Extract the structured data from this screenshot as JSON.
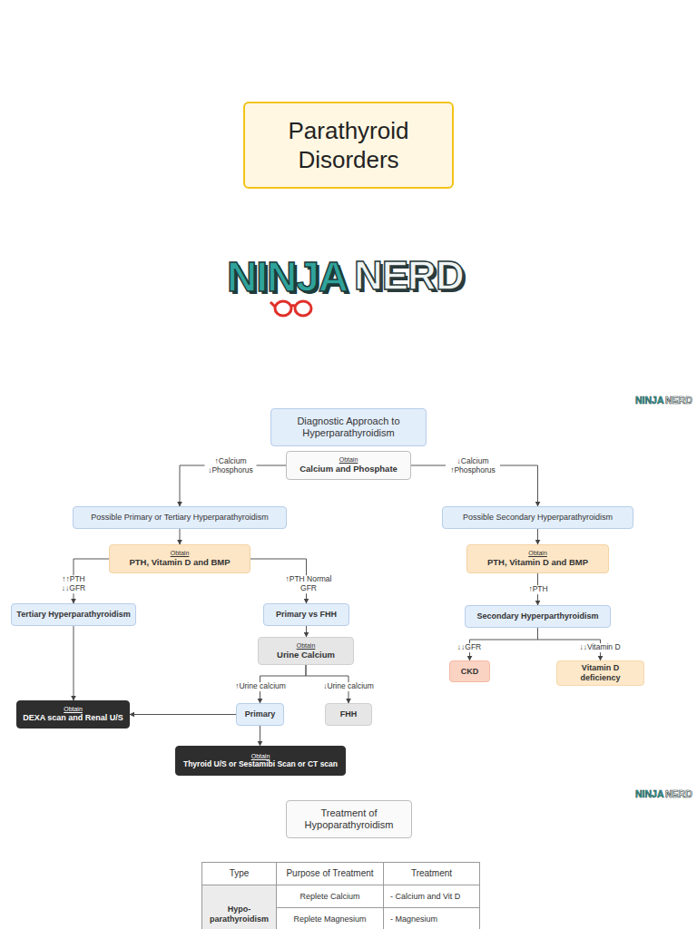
{
  "diagram": {
    "title": "Parathyroid Disorders",
    "nodes": [
      {
        "text": [
          "Diagnostic Approach to Hyperparathyroidism"
        ]
      },
      {
        "text": [
          "Obtain",
          "Calcium and Phosphate"
        ]
      },
      {
        "text": [
          "Possible Primary or Tertiary Hyperparathyroidism"
        ]
      },
      {
        "text": [
          "Possible Secondary Hyperparathyroidism"
        ]
      },
      {
        "text": [
          "Obtain",
          "PTH, Vitamin D and BMP"
        ]
      },
      {
        "text": [
          "Obtain",
          "PTH, Vitamin D and BMP"
        ]
      },
      {
        "text": [
          "Tertiary Hyperparathyroidism"
        ]
      },
      {
        "text": [
          "Primary vs FHH"
        ]
      },
      {
        "text": [
          "Secondary Hyperparthyroidism"
        ]
      },
      {
        "text": [
          "Obtain",
          "Urine Calcium"
        ]
      },
      {
        "text": [
          "CKD"
        ]
      },
      {
        "text": [
          "Vitamin D deficiency"
        ]
      },
      {
        "text": [
          "Primary"
        ]
      },
      {
        "text": [
          "FHH"
        ]
      },
      {
        "text": [
          "Obtain",
          "DEXA scan and Renal U/S"
        ]
      },
      {
        "text": [
          "Obtain",
          "Thyroid U/S or Sestamibi Scan or CT scan"
        ]
      },
      {
        "text": [
          "Treatment of Hypoparathyroidism"
        ]
      }
    ],
    "edges": [
      {
        "from": 1,
        "to": 2,
        "arrow": "to",
        "label": "↑Calcium ↓Phosphorus"
      },
      {
        "from": 1,
        "to": 3,
        "arrow": "to",
        "label": "↓Calcium ↑Phosphorus"
      },
      {
        "from": 2,
        "to": 4,
        "arrow": "to"
      },
      {
        "from": 3,
        "to": 5,
        "arrow": "to"
      },
      {
        "from": 4,
        "to": 6,
        "arrow": "to",
        "label": "↑↑PTH ↓↓GFR"
      },
      {
        "from": 4,
        "to": 7,
        "arrow": "to",
        "label": "↑PTH Normal GFR"
      },
      {
        "from": 5,
        "to": 8,
        "arrow": "to",
        "label": "↑PTH"
      },
      {
        "from": 7,
        "to": 9,
        "arrow": "to"
      },
      {
        "from": 8,
        "to": 10,
        "arrow": "to",
        "label": "↓↓GFR"
      },
      {
        "from": 8,
        "to": 11,
        "arrow": "to",
        "label": "↓↓Vitamin D"
      },
      {
        "from": 9,
        "to": 12,
        "arrow": "to",
        "label": "↑Urine calcium"
      },
      {
        "from": 9,
        "to": 13,
        "arrow": "to",
        "label": "↓Urine calcium"
      },
      {
        "from": 6,
        "to": 14,
        "arrow": "to"
      },
      {
        "from": 12,
        "to": 14,
        "arrow": "to"
      },
      {
        "from": 12,
        "to": 15,
        "arrow": "to"
      }
    ],
    "labels": [
      "NINJA",
      "NERD",
      "NINJA",
      "NERD",
      "NINJA",
      "NERD",
      "Type",
      "Purpose of Treatment",
      "Treatment",
      "Hypo- parathyroidism",
      "Replete Calcium",
      "- Calcium and Vit D",
      "Replete Magnesium",
      "- Magnesium"
    ]
  }
}
